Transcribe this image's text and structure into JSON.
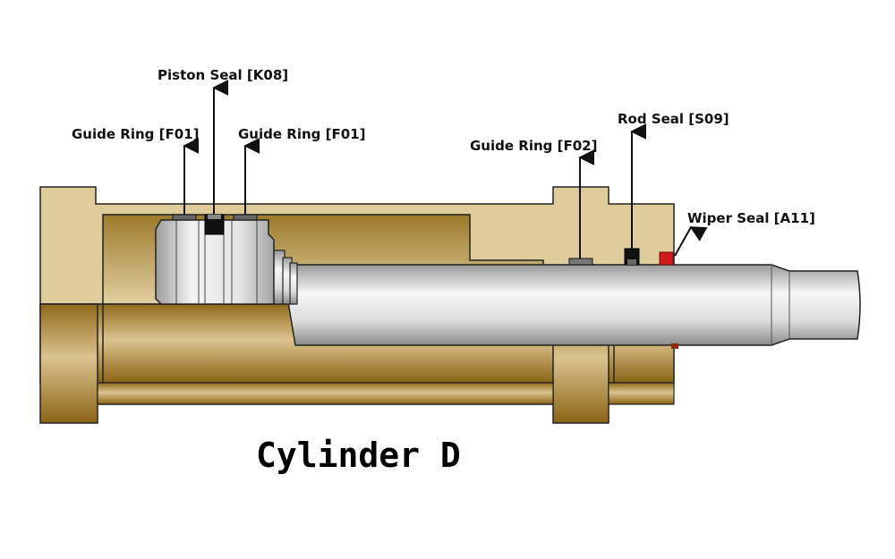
{
  "diagram": {
    "title": "Cylinder D",
    "labels": {
      "guide_ring_left": "Guide Ring [F01]",
      "piston_seal": "Piston Seal [K08]",
      "guide_ring_right": "Guide Ring [F01]",
      "guide_ring_rod": "Guide Ring [F02]",
      "rod_seal": "Rod Seal [S09]",
      "wiper_seal": "Wiper Seal [A11]"
    },
    "colors": {
      "body_light": "#dfcc9b",
      "body_dark": "#8f6a1a",
      "steel_light": "#f4f4f4",
      "steel_dark": "#8c8c8c",
      "seal_black": "#111111",
      "seal_grey": "#666666",
      "wiper_red": "#d11a1a",
      "outline": "#222222"
    }
  }
}
